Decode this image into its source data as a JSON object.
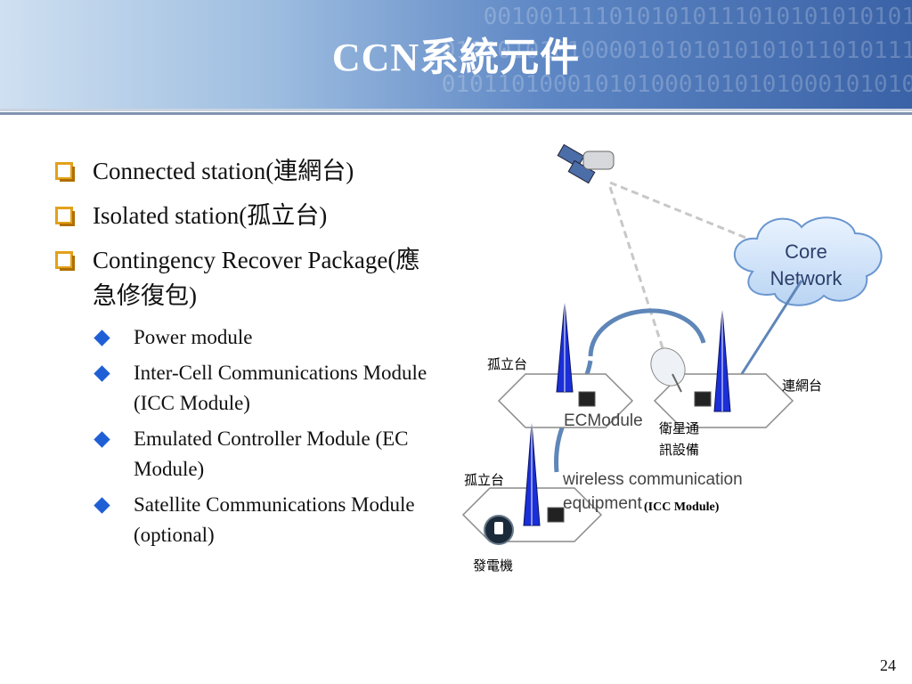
{
  "title": "CCN系統元件",
  "bullets": [
    {
      "text": "Connected station(連網台)"
    },
    {
      "text": "Isolated station(孤立台)"
    },
    {
      "text": "Contingency Recover Package(應急修復包)",
      "sub": [
        {
          "text": "Power module"
        },
        {
          "text": "Inter-Cell Communications Module (ICC Module)"
        },
        {
          "text": "Emulated Controller Module (EC Module)"
        },
        {
          "text": "Satellite Communications Module (optional)"
        }
      ]
    }
  ],
  "diagram": {
    "core_network": "Core\nNetwork",
    "ec_module": "ECModule",
    "wireless_line1": "wireless communication",
    "wireless_line2": "equipment",
    "icc_module": "(ICC Module)",
    "isolated_top": "孤立台",
    "isolated_bottom": "孤立台",
    "connected": "連網台",
    "satellite_equipment_line1": "衛星通",
    "satellite_equipment_line2": "訊設備",
    "generator": "發電機"
  },
  "page_number": "24",
  "colors": {
    "header_dark": "#3a62a6",
    "bullet_box": "#e3a11b",
    "bullet_diamond": "#1f5fd6",
    "tower_blue": "#1a2fd8",
    "link_blue": "#5f86b8"
  }
}
